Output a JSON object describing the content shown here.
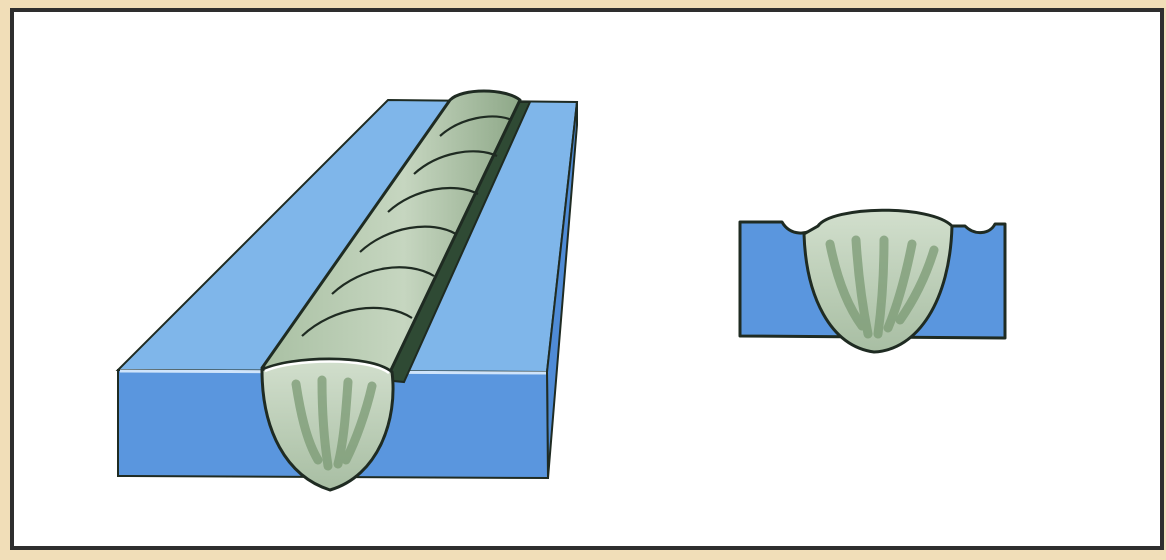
{
  "colors": {
    "page_border": "#f1deb8",
    "panel": "#ffffff",
    "panel_outline": "#2e2e2e",
    "plate_top": "#7fb6ea",
    "plate_front": "#5a96de",
    "plate_side": "#4279c4",
    "bead_light": "#c9d8c3",
    "bead_mid": "#9fb79a",
    "bead_dark": "#6e8a6b",
    "bead_groove": "#2f4a34",
    "outline": "#1f2b22"
  },
  "figures": [
    {
      "name": "weld-bead-3d-view",
      "icon": "plate-with-weld-bead"
    },
    {
      "name": "weld-cross-section",
      "icon": "plate-cross-section-with-weld"
    }
  ]
}
